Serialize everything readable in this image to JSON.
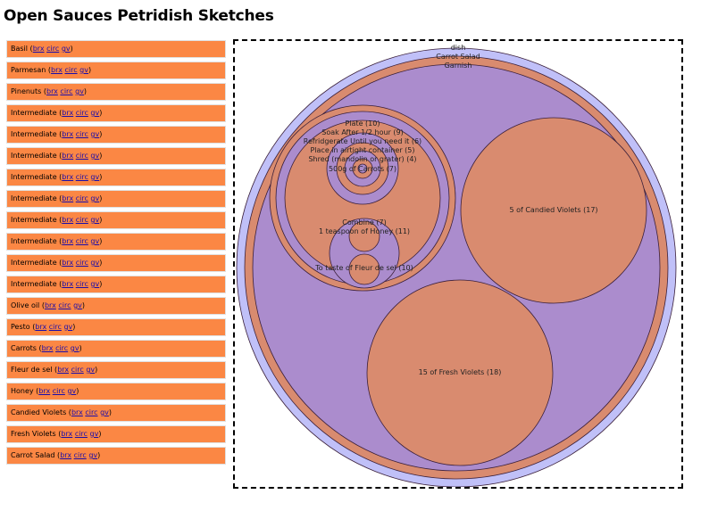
{
  "page": {
    "title": "Open Sauces Petridish Sketches"
  },
  "link_labels": {
    "brx": "brx",
    "circ": "circ",
    "gv": "gv"
  },
  "sidebar": {
    "items": [
      "Basil",
      "Parmesan",
      "Pinenuts",
      "Intermediate",
      "Intermediate",
      "Intermediate",
      "Intermediate",
      "Intermediate",
      "Intermediate",
      "Intermediate",
      "Intermediate",
      "Intermediate",
      "Olive oil",
      "Pesto",
      "Carrots",
      "Fleur de sel",
      "Honey",
      "Candied Violets",
      "Fresh Violets",
      "Carrot Salad"
    ]
  },
  "dish": {
    "colors": {
      "outer_ring": "#c0c0f8",
      "ring": "#d98b6f",
      "purple": "#ab8ccd",
      "orange": "#d98b6f",
      "stroke": "#3a1f3a"
    },
    "labels": {
      "dish": "dish",
      "carrot_salad": "Carrot Salad",
      "garnish": "Garnish",
      "plate": "Plate (10)",
      "soak": "Soak After 1/2 hour (9)",
      "refrigerate": "Refridgerate Until you need it (6)",
      "place": "Place in airtight container (5)",
      "shred": "Shred (mandolin or grater) (4)",
      "carrots": "500g of Carrots (7)",
      "combine": "Combine (7)",
      "honey": "1 teaspoon of Honey (11)",
      "fleur": "To taste of Fleur de sel (10)",
      "candied": "5 of Candied Violets (17)",
      "fresh": "15 of Fresh Violets (18)"
    }
  }
}
